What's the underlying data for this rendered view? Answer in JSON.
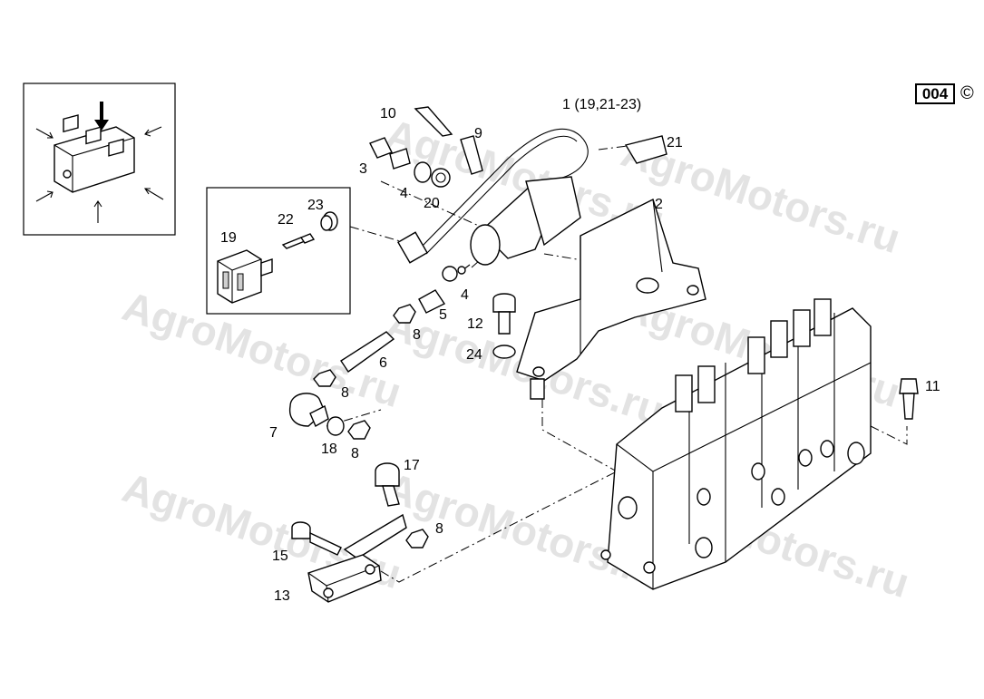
{
  "page": {
    "code": "004",
    "copyright": "©"
  },
  "watermark": "AgroMotors.ru",
  "labels": {
    "l1": "1  (19,21-23)",
    "l2": "2",
    "l3": "3",
    "l4a": "4",
    "l4b": "4",
    "l5": "5",
    "l6": "6",
    "l7": "7",
    "l8a": "8",
    "l8b": "8",
    "l8c": "8",
    "l8d": "8",
    "l9": "9",
    "l10": "10",
    "l11": "11",
    "l12": "12",
    "l13": "13",
    "l15": "15",
    "l17": "17",
    "l18": "18",
    "l19": "19",
    "l20": "20",
    "l21": "21",
    "l22": "22",
    "l23": "23",
    "l24": "24"
  }
}
